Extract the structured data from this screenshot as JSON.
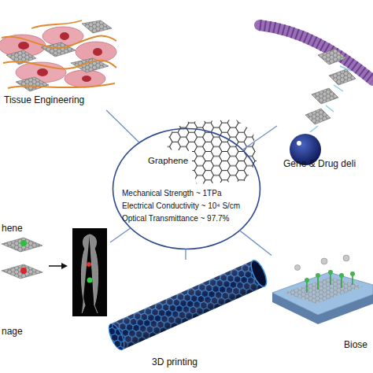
{
  "diagram": {
    "nodes": [
      {
        "text": [
          "Graphene",
          "Mechanical Strength ~ 1TPa",
          "Electrical Conductivity ~ 10⁴ S/cm",
          "Optical Transmittance ~ 97.7%"
        ]
      },
      {
        "text": [
          "Tissue Engineering"
        ]
      },
      {
        "text": [
          "Gene & Drug deli"
        ]
      },
      {
        "text": [
          "hene",
          "nage"
        ]
      },
      {
        "text": [
          "3D printing"
        ]
      },
      {
        "text": [
          "Biose"
        ]
      }
    ],
    "edges": [
      {
        "from": 0,
        "to": 1,
        "arrow": "none"
      },
      {
        "from": 0,
        "to": 2,
        "arrow": "none"
      },
      {
        "from": 0,
        "to": 3,
        "arrow": "none"
      },
      {
        "from": 0,
        "to": 4,
        "arrow": "none"
      },
      {
        "from": 0,
        "to": 5,
        "arrow": "none"
      }
    ]
  }
}
